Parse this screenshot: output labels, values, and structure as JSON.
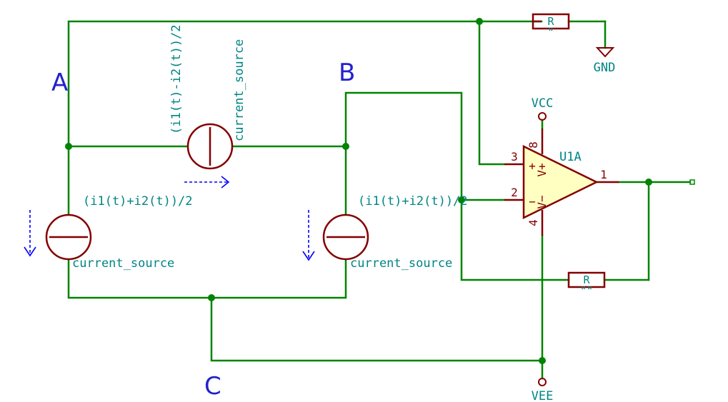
{
  "nodes": {
    "a": "A",
    "b": "B",
    "c": "C"
  },
  "sources": {
    "top": {
      "value": "(i1(t)-i2(t))/2",
      "name": "current_source"
    },
    "left": {
      "value": "(i1(t)+i2(t))/2",
      "name": "current_source"
    },
    "right": {
      "value": "(i1(t)+i2(t))/2",
      "name": "current_source"
    }
  },
  "resistors": {
    "top": {
      "value": "R",
      "ref": "\""
    },
    "bottom": {
      "value": "R",
      "ref": "\"\""
    }
  },
  "power": {
    "vcc": "VCC",
    "vee": "VEE",
    "gnd": "GND"
  },
  "opamp": {
    "ref": "U1A",
    "pins": {
      "plus_in": "3",
      "minus_in": "2",
      "out": "1",
      "vpos": "8",
      "vneg": "4"
    },
    "labels": {
      "plus": "+",
      "minus": "−",
      "vpos": "V+",
      "vneg": "V−"
    }
  },
  "colors": {
    "wire": "#008400",
    "component": "#840000",
    "label": "#008484",
    "node": "#2222cc",
    "arrow": "#0000ff"
  }
}
